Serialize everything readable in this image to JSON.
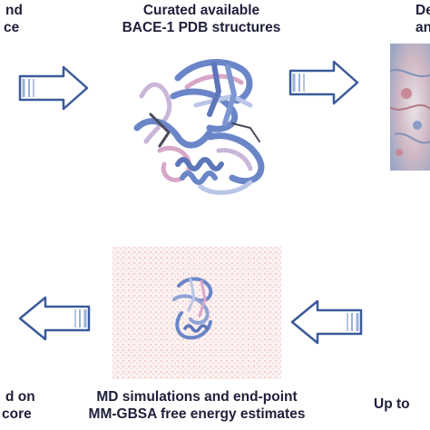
{
  "labels": {
    "top_left_line1": "nd",
    "top_left_line2": "ce",
    "top_center_line1": "Curated available",
    "top_center_line2": "BACE-1 PDB structures",
    "top_right_line1": "De",
    "top_right_line2": "an",
    "bottom_left_line1": "d on",
    "bottom_left_line2": "core",
    "bottom_center_line1": "MD simulations and end-point",
    "bottom_center_line2": "MM-GBSA free energy estimates",
    "bottom_right_line1": "Up to"
  },
  "arrows": [
    {
      "name": "arrow-right-1",
      "direction": "right"
    },
    {
      "name": "arrow-right-2",
      "direction": "right"
    },
    {
      "name": "arrow-left-1",
      "direction": "left"
    },
    {
      "name": "arrow-left-2",
      "direction": "left"
    }
  ],
  "colors": {
    "text": "#1f1f3a",
    "arrow_stroke": "#3b5a9a",
    "arrow_fill": "#ffffff",
    "arrow_stripe": "#9bb0da",
    "protein_blue": "#6a86c8",
    "protein_pink": "#d8a7c8",
    "water_red": "#e9a0a0"
  }
}
